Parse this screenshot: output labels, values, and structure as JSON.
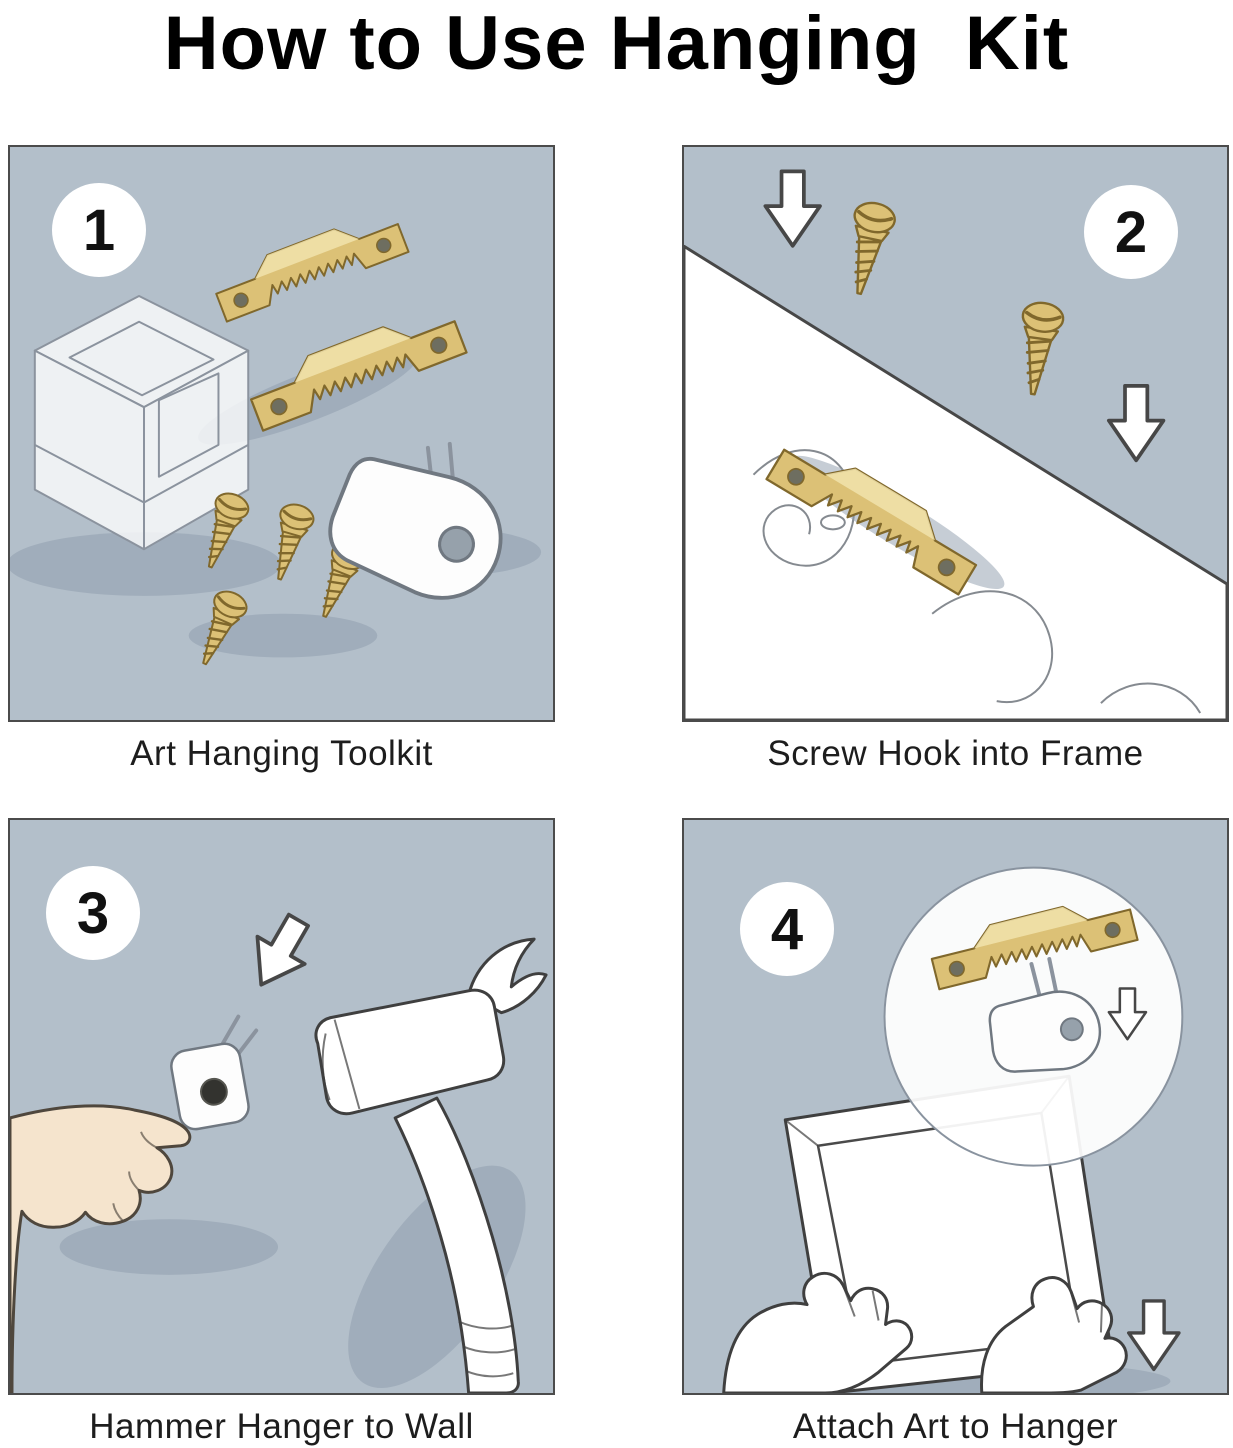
{
  "title": "How to Use Hanging  Kit",
  "panels": [
    {
      "number": "1",
      "caption": "Art Hanging Toolkit",
      "scene": "sawtooth-hangers, brass-screws, plastic-wall-hook, clear-storage-box"
    },
    {
      "number": "2",
      "caption": "Screw Hook into Frame",
      "scene": "sawtooth-hanger-on-wood-frame, two-brass-screws, down-arrows"
    },
    {
      "number": "3",
      "caption": "Hammer Hanger to Wall",
      "scene": "hand-holding-wall-hook, hammer, down-left-arrow"
    },
    {
      "number": "4",
      "caption": "Attach Art to Hanger",
      "scene": "hands-holding-frame, zoom-circle-with-sawtooth-hanger-over-hook, down-arrows"
    }
  ],
  "colors": {
    "panel_bg": "#b3bfca",
    "brass": "#dcc176",
    "brass_dark": "#80682c",
    "skin": "#f5e4cd",
    "outline": "#3f3f3f",
    "shadow": "#8e9cab"
  }
}
